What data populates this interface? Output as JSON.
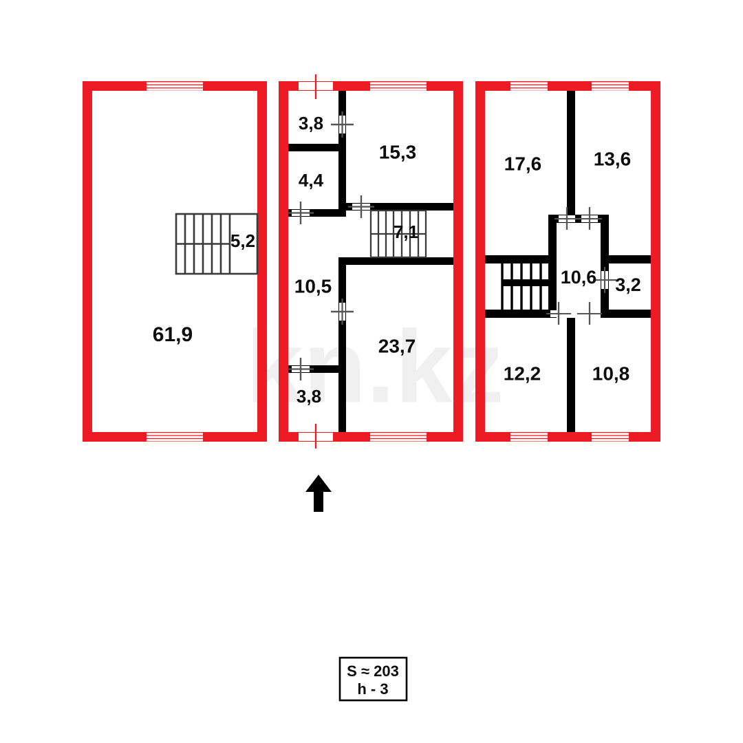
{
  "document": {
    "type": "floor-plan",
    "title": "Apartment floor plan",
    "watermark": "kn.kz"
  },
  "colors": {
    "outer_wall": "#ED1C24",
    "inner_wall": "#000000",
    "stair_line": "#3a3a3a",
    "text": "#0d0d0d",
    "background": "#FFFFFF",
    "door_mark": "#555555"
  },
  "summary": {
    "area_line": "S ≈ 203",
    "height_line": "h - 3"
  },
  "orientation": {
    "arrow": "north-arrow-up",
    "label": ""
  },
  "sections": [
    {
      "id": "section-1",
      "name": "basement-level",
      "rooms": [
        {
          "name": "room-61-9",
          "area": "61,9"
        },
        {
          "name": "stairs-5-2",
          "area": "5,2"
        }
      ],
      "stairs": [
        {
          "name": "staircase-5-2",
          "steps": 6
        }
      ],
      "windows": [
        {
          "name": "window-top",
          "wall": "top"
        },
        {
          "name": "window-bottom",
          "wall": "bottom"
        }
      ],
      "doors": []
    },
    {
      "id": "section-2",
      "name": "first-floor",
      "rooms": [
        {
          "name": "room-3-8-top",
          "area": "3,8"
        },
        {
          "name": "room-4-4",
          "area": "4,4"
        },
        {
          "name": "room-15-3",
          "area": "15,3"
        },
        {
          "name": "stairs-7-1",
          "area": "7,1"
        },
        {
          "name": "room-10-5",
          "area": "10,5"
        },
        {
          "name": "room-23-7",
          "area": "23,7"
        },
        {
          "name": "room-3-8-bottom",
          "area": "3,8"
        }
      ],
      "stairs": [
        {
          "name": "staircase-7-1",
          "steps": 6
        }
      ],
      "windows": [
        {
          "name": "window-top",
          "wall": "top"
        },
        {
          "name": "window-bottom",
          "wall": "bottom"
        }
      ],
      "doors": [
        {
          "name": "entrance-door-top",
          "wall": "top"
        },
        {
          "name": "entrance-door-bottom",
          "wall": "bottom"
        },
        {
          "name": "interior-door-3-8-top"
        },
        {
          "name": "interior-door-4-4"
        },
        {
          "name": "interior-door-hall-15-3"
        },
        {
          "name": "interior-door-10-5-23-7"
        },
        {
          "name": "interior-door-3-8-bottom"
        }
      ]
    },
    {
      "id": "section-3",
      "name": "second-floor",
      "rooms": [
        {
          "name": "room-17-6",
          "area": "17,6"
        },
        {
          "name": "room-13-6",
          "area": "13,6"
        },
        {
          "name": "room-10-6",
          "area": "10,6"
        },
        {
          "name": "room-3-2",
          "area": "3,2"
        },
        {
          "name": "room-12-2",
          "area": "12,2"
        },
        {
          "name": "room-10-8",
          "area": "10,8"
        }
      ],
      "stairs": [
        {
          "name": "staircase-landing",
          "steps": 6
        }
      ],
      "windows": [
        {
          "name": "window-top-left",
          "wall": "top"
        },
        {
          "name": "window-top-right",
          "wall": "top"
        },
        {
          "name": "window-bottom-left",
          "wall": "bottom"
        },
        {
          "name": "window-bottom-right",
          "wall": "bottom"
        }
      ],
      "doors": [
        {
          "name": "door-17-6-hall"
        },
        {
          "name": "door-13-6-hall"
        },
        {
          "name": "door-hall-3-2"
        },
        {
          "name": "door-12-2-hall"
        },
        {
          "name": "door-10-8-hall"
        }
      ]
    }
  ],
  "labels": {
    "s1_r1": "61,9",
    "s1_r2": "5,2",
    "s2_r1": "3,8",
    "s2_r2": "4,4",
    "s2_r3": "15,3",
    "s2_r4": "7,1",
    "s2_r5": "10,5",
    "s2_r6": "23,7",
    "s2_r7": "3,8",
    "s3_r1": "17,6",
    "s3_r2": "13,6",
    "s3_r3": "10,6",
    "s3_r4": "3,2",
    "s3_r5": "12,2",
    "s3_r6": "10,8"
  }
}
